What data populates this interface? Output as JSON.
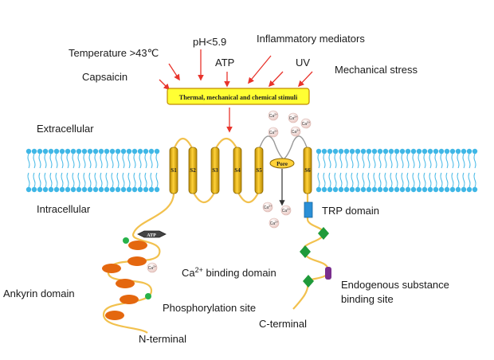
{
  "stimuli": {
    "temperature": "Temperature >43℃",
    "ph": "pH<5.9",
    "inflammatory": "Inflammatory mediators",
    "atp": "ATP",
    "uv": "UV",
    "capsaicin": "Capsaicin",
    "mechanical": "Mechanical stress",
    "box_label": "Thermal, mechanical and chemical stimuli"
  },
  "membrane": {
    "extracellular": "Extracellular",
    "intracellular": "Intracellular"
  },
  "segments": [
    "S1",
    "S2",
    "S3",
    "S4",
    "S5",
    "S6"
  ],
  "pore": "Pore",
  "ion": "Ca",
  "ion_charge": "2+",
  "domains": {
    "trp": "TRP domain",
    "ca_binding_main": "Ca",
    "ca_binding_sup": "2+",
    "ca_binding_rest": " binding domain",
    "endogenous_line1": "Endogenous substance",
    "endogenous_line2": "binding site",
    "ankyrin": "Ankyrin domain",
    "phosphorylation": "Phosphorylation site",
    "c_terminal": "C-terminal",
    "n_terminal": "N-terminal",
    "atp_tag": "ATP"
  },
  "colors": {
    "helix": "#f0b400",
    "lipid_head": "#3fb7e6",
    "loop": "#f2c14e",
    "arrow": "#e8342c",
    "stimuli_box": "#ffff33",
    "ankyrin": "#e4670f",
    "phospho": "#27b24a",
    "endogenous": "#7a2e8e",
    "trp_box": "#2a8fd6"
  }
}
